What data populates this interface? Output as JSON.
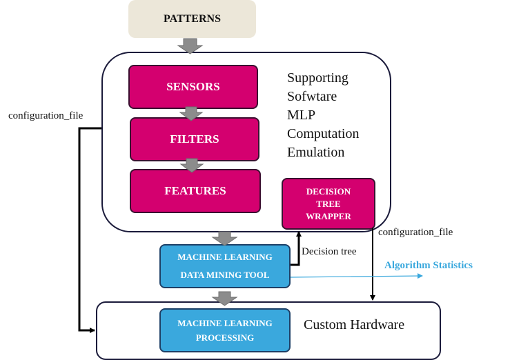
{
  "nodes": {
    "patterns": "PATTERNS",
    "sensors": "SENSORS",
    "filters": "FILTERS",
    "features": "FEATURES",
    "decision_tree_wrapper": [
      "DECISION",
      "TREE",
      "WRAPPER"
    ],
    "ml_data_mining_tool": [
      "MACHINE LEARNING",
      "DATA MINING TOOL"
    ],
    "ml_processing": [
      "MACHINE LEARNING",
      "PROCESSING"
    ]
  },
  "supporting_software": [
    "Supporting",
    "Sofwtare",
    "MLP",
    "Computation",
    "Emulation"
  ],
  "custom_hardware": "Custom Hardware",
  "edges": {
    "config_left": "configuration_file",
    "config_right": "configuration_file",
    "decision_tree": "Decision tree",
    "algorithm_statistics": "Algorithm Statistics"
  },
  "colors": {
    "magenta": "#d4006f",
    "blue": "#3aa8dd",
    "beige": "#ece7d9",
    "arrow_gray": "#8c8c8c"
  }
}
